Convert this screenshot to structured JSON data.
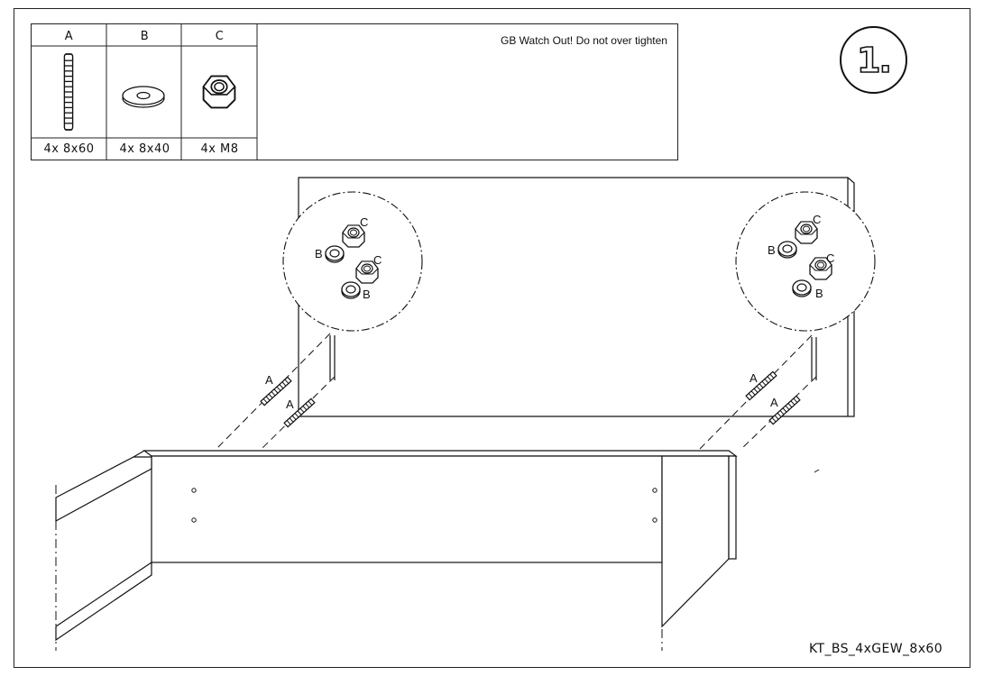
{
  "parts": [
    {
      "letter": "A",
      "quantity": "4x  8x60",
      "icon": "threaded-rod-icon"
    },
    {
      "letter": "B",
      "quantity": "4x  8x40",
      "icon": "washer-icon"
    },
    {
      "letter": "C",
      "quantity": "4x  M8",
      "icon": "hex-nut-icon"
    }
  ],
  "warning": "GB   Watch Out! Do not over tighten",
  "step_number": "1.",
  "drawing_code": "KT_BS_4xGEW_8x60",
  "callout_labels": {
    "rod": "A",
    "washer": "B",
    "nut": "C"
  }
}
